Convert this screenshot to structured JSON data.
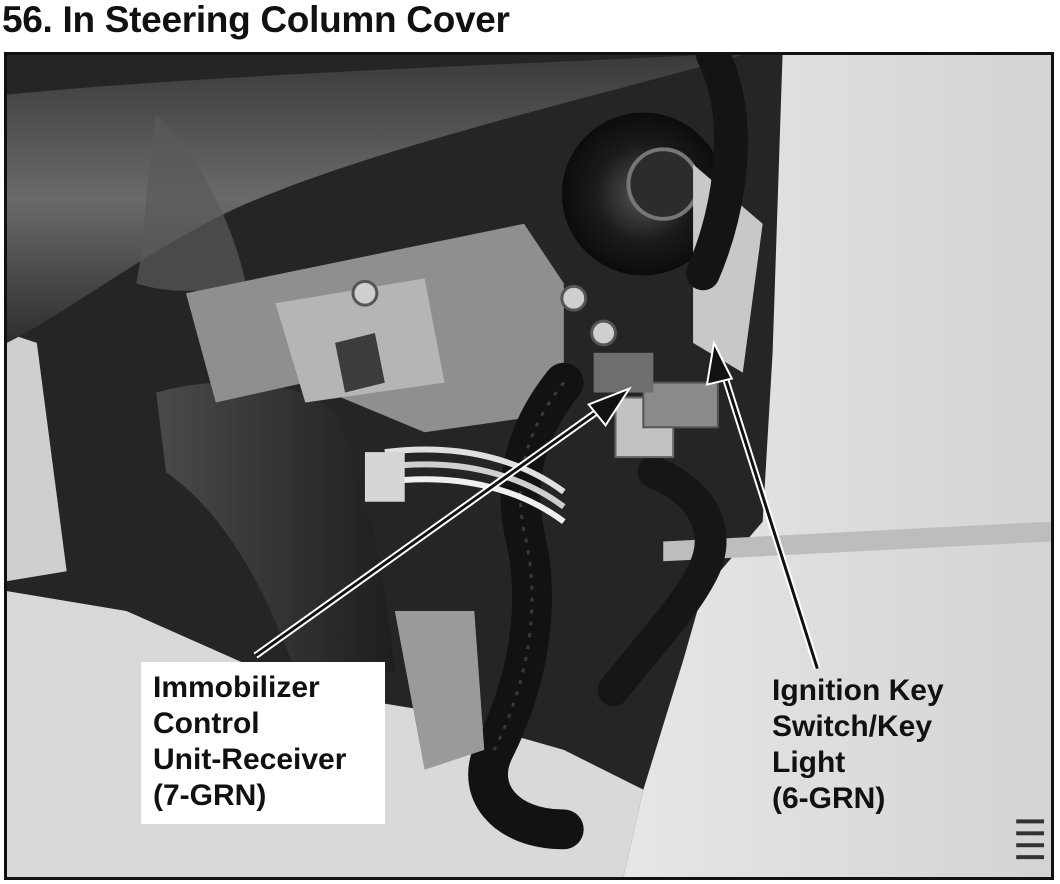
{
  "title": "56. In Steering Column Cover",
  "callouts": {
    "left": {
      "line1": "Immobilizer",
      "line2": "Control",
      "line3": "Unit-Receiver",
      "line4": "(7-GRN)"
    },
    "right": {
      "line1": "Ignition Key",
      "line2": "Switch/Key",
      "line3": "Light",
      "line4": "(6-GRN)"
    }
  },
  "colors": {
    "ink": "#111111",
    "background": "#ffffff"
  }
}
